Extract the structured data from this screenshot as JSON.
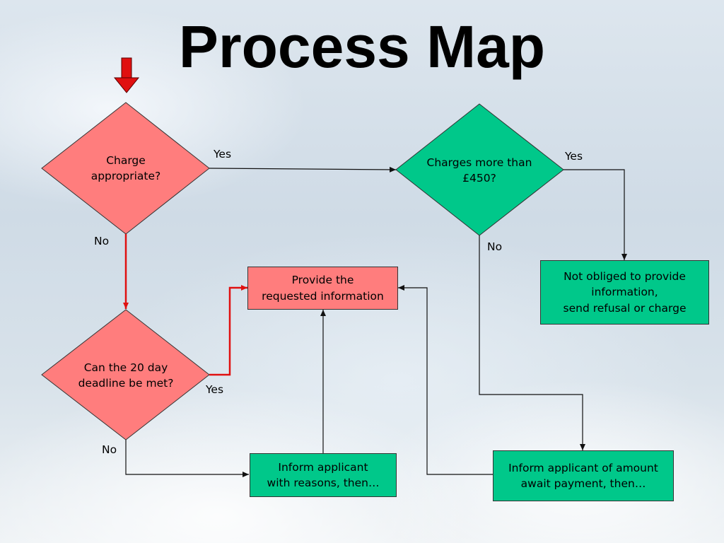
{
  "title": "Process Map",
  "colors": {
    "decision_red": "#ff7d7d",
    "decision_green": "#00c88a",
    "highlight_path": "#e01010",
    "line": "#111111"
  },
  "nodes": {
    "charge_appropriate": "Charge\nappropriate?",
    "charges_more_than": "Charges more than\n£450?",
    "deadline": "Can the 20 day\ndeadline be met?",
    "provide_info": "Provide the\nrequested information",
    "not_obliged": "Not obliged to provide\ninformation,\nsend refusal or charge",
    "inform_reasons": "Inform applicant\nwith reasons, then…",
    "inform_amount": "Inform applicant of amount\nawait payment, then…"
  },
  "edge_labels": {
    "charge_yes": "Yes",
    "charge_no": "No",
    "charges_yes": "Yes",
    "charges_no": "No",
    "deadline_yes": "Yes",
    "deadline_no": "No"
  },
  "start_marker": "red-down-arrow"
}
